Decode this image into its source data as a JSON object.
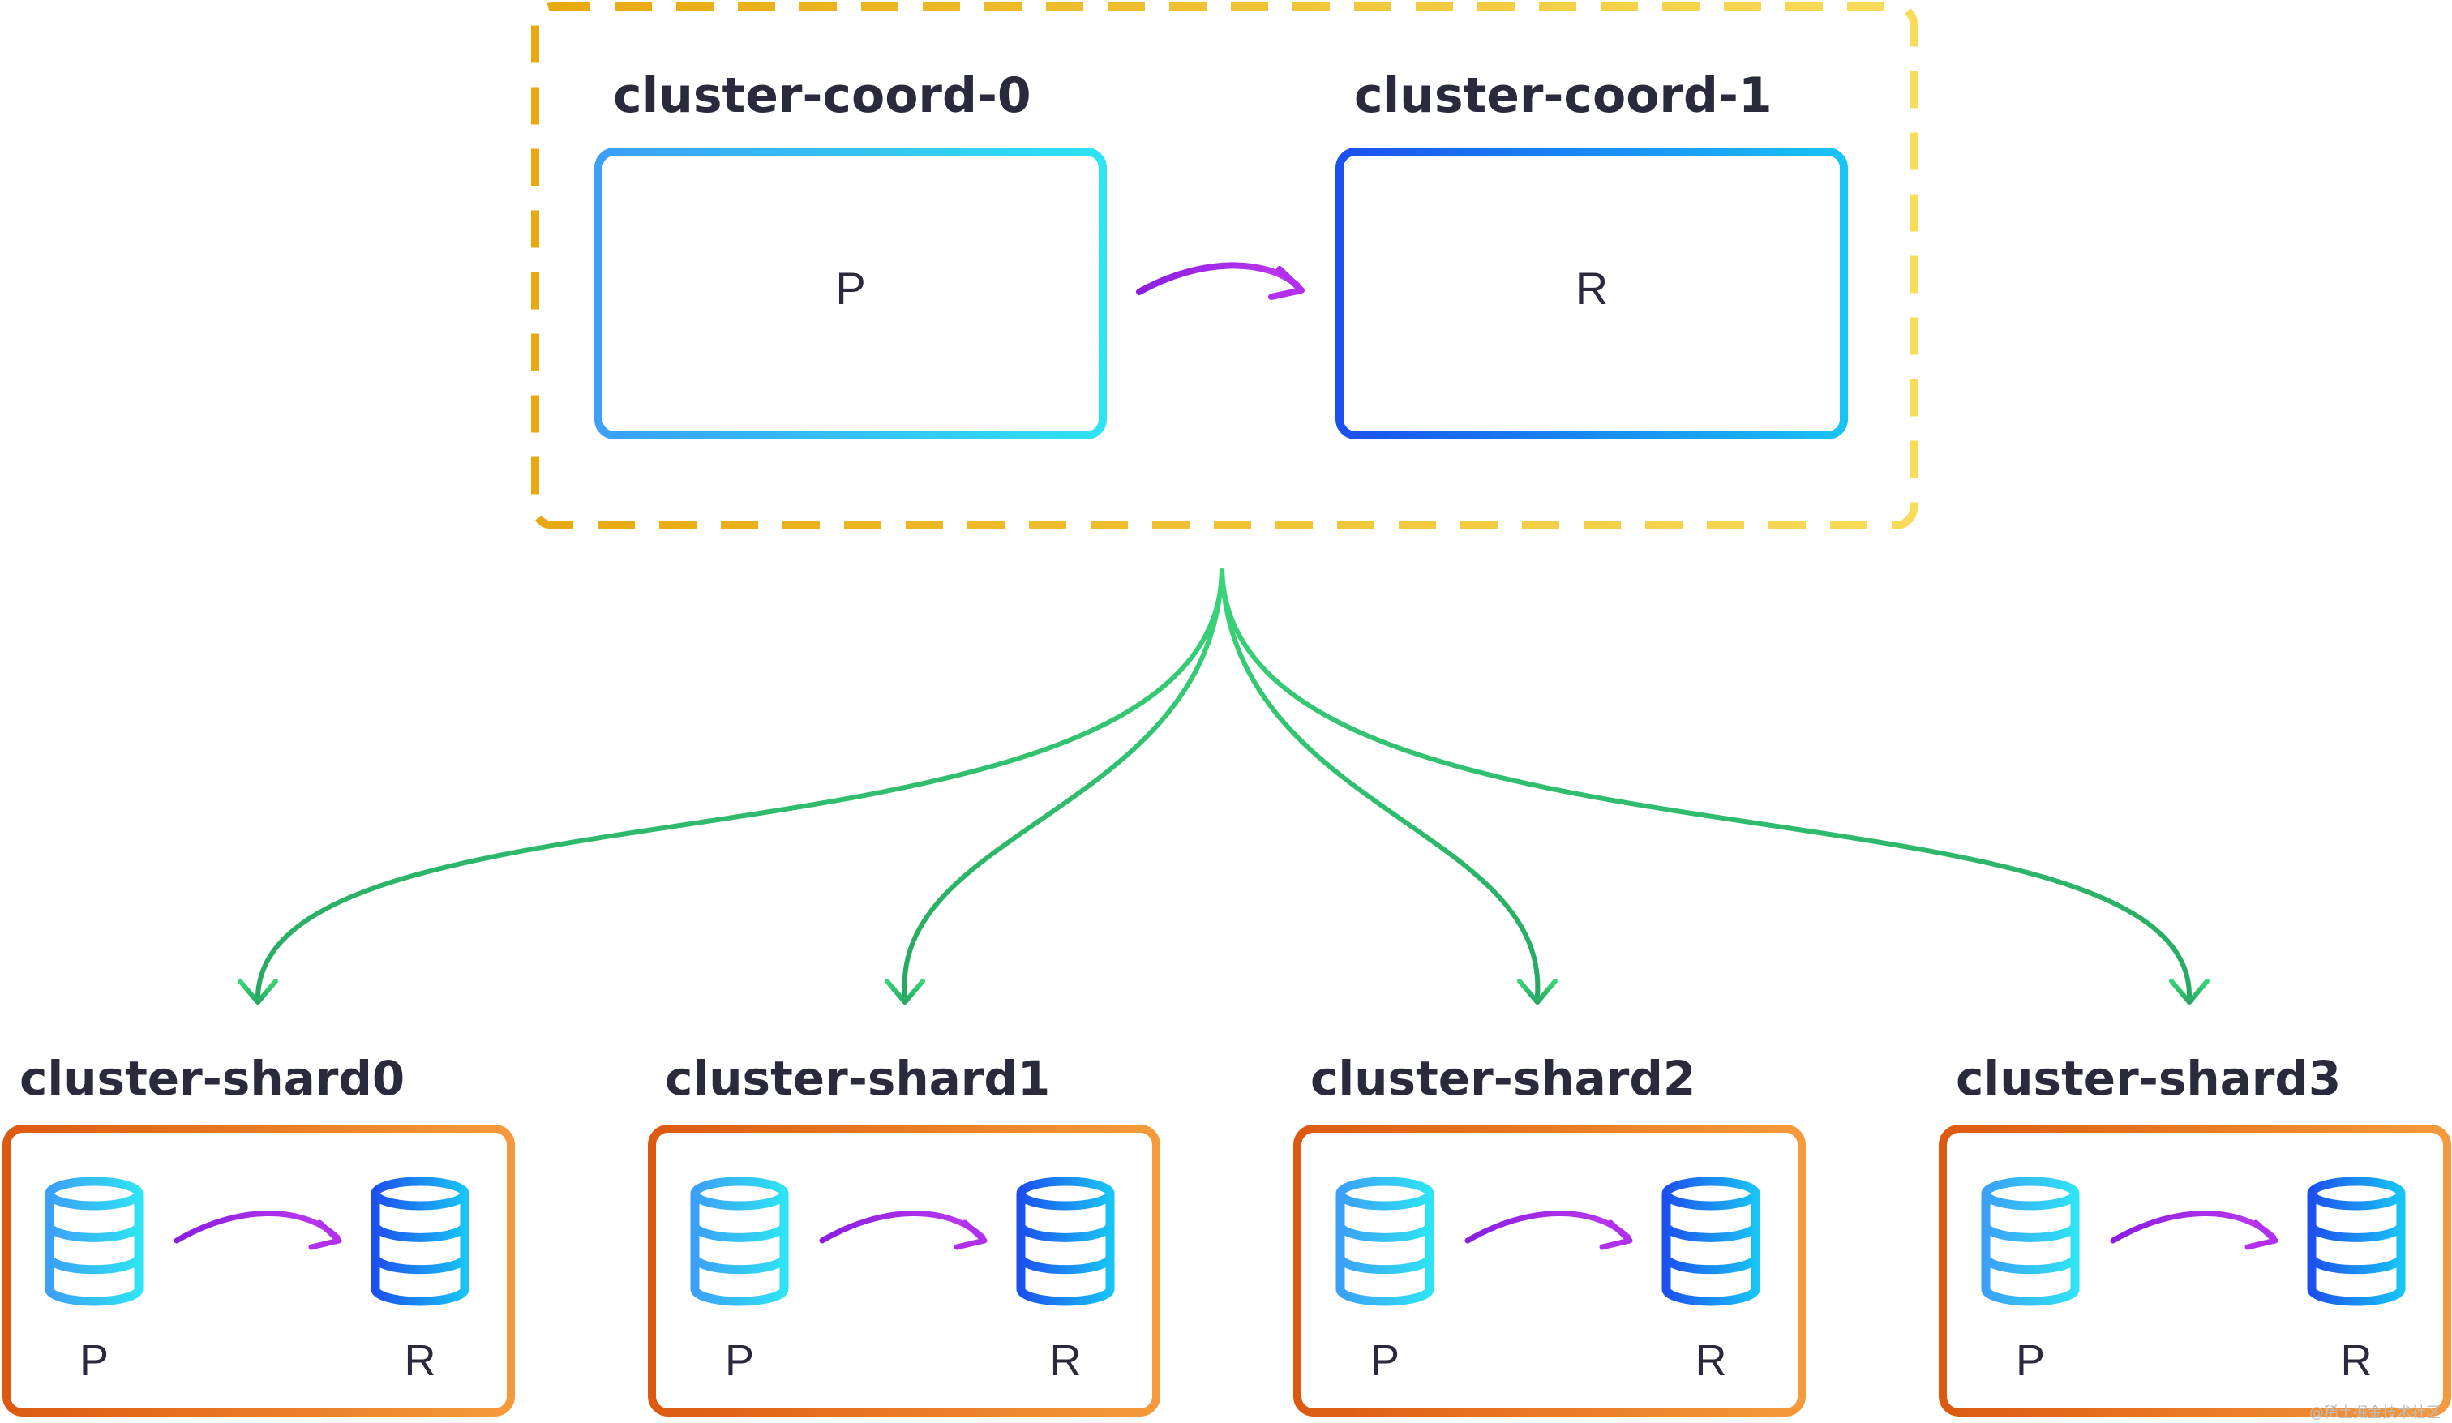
{
  "coordinator": {
    "nodes": [
      {
        "name": "cluster-coord-0",
        "role": "P"
      },
      {
        "name": "cluster-coord-1",
        "role": "R"
      }
    ]
  },
  "shards": [
    {
      "name": "cluster-shard0",
      "primary": "P",
      "replica": "R"
    },
    {
      "name": "cluster-shard1",
      "primary": "P",
      "replica": "R"
    },
    {
      "name": "cluster-shard2",
      "primary": "P",
      "replica": "R"
    },
    {
      "name": "cluster-shard3",
      "primary": "P",
      "replica": "R"
    }
  ],
  "watermark": "@稀土掘金技术社区",
  "colors": {
    "coord_border_start": "#e8a80f",
    "coord_border_end": "#f8dc5a",
    "primary_box_start": "#3ba0f6",
    "primary_box_end": "#2ee3f3",
    "replica_box_start": "#1c50ee",
    "replica_box_end": "#18c4f6",
    "shard_border_start": "#dc5a10",
    "shard_border_end": "#f59a3c",
    "replication_arrow": "#a21ee4",
    "fanout_arrow": "#2eb36b",
    "text": "#2a2a3d"
  }
}
